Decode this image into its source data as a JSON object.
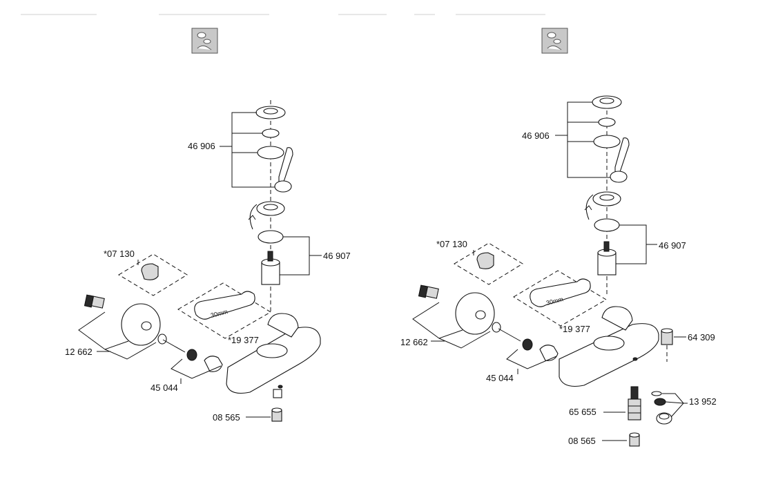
{
  "left": {
    "labels": {
      "trim_set": "46 906",
      "cartridge_set": "46 907",
      "reducer": "*07 130",
      "connection_set": "12 662",
      "wrench": "*19 377",
      "nut_set": "45 044",
      "outlet_part": "08 565"
    },
    "wrench_text": "30mm"
  },
  "right": {
    "labels": {
      "trim_set": "46 906",
      "cartridge_set": "46 907",
      "reducer": "*07 130",
      "connection_set": "12 662",
      "wrench": "*19 377",
      "nut_set": "45 044",
      "cap": "64 309",
      "aerator_set": "13 952",
      "diverter": "65 655",
      "outlet_part": "08 565"
    },
    "wrench_text": "30mm"
  },
  "icons": [
    "water-saving-icon",
    "water-saving-icon"
  ]
}
